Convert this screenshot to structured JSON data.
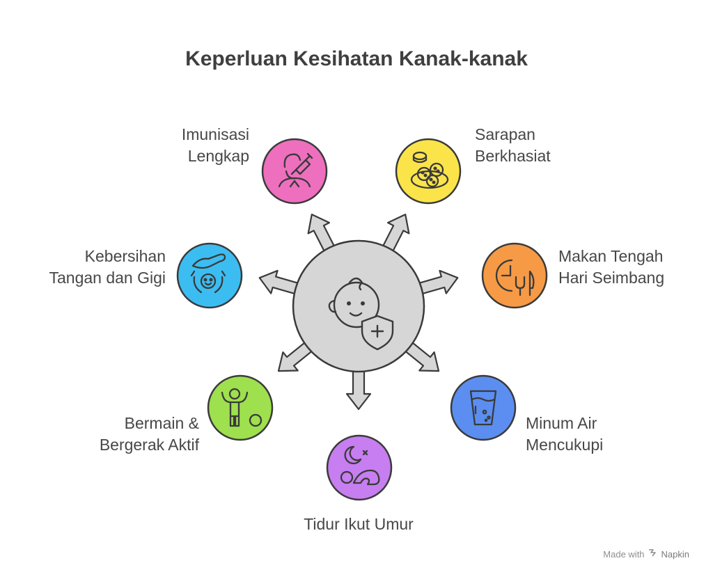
{
  "title": "Keperluan Kesihatan Kanak-kanak",
  "center": {
    "icon": "child-health-shield-icon",
    "fill": "#d6d6d6"
  },
  "items": [
    {
      "lines": [
        "Imunisasi",
        "Lengkap"
      ],
      "icon": "vaccine-syringe-icon",
      "color": "#ee6fbe"
    },
    {
      "lines": [
        "Sarapan",
        "Berkhasiat"
      ],
      "icon": "breakfast-plate-icon",
      "color": "#fbe44a"
    },
    {
      "lines": [
        "Makan Tengah",
        "Hari Seimbang"
      ],
      "icon": "clock-cutlery-icon",
      "color": "#f79a45"
    },
    {
      "lines": [
        "Minum Air",
        "Mencukupi"
      ],
      "icon": "water-glass-icon",
      "color": "#5b8ef0"
    },
    {
      "lines": [
        "Tidur Ikut Umur"
      ],
      "icon": "sleeping-child-icon",
      "color": "#c77ef0"
    },
    {
      "lines": [
        "Bermain &",
        "Bergerak Aktif"
      ],
      "icon": "playing-child-icon",
      "color": "#9ee04e"
    },
    {
      "lines": [
        "Kebersihan",
        "Tangan dan Gigi"
      ],
      "icon": "hand-washing-icon",
      "color": "#3cbdf2"
    }
  ],
  "watermark": {
    "prefix": "Made with",
    "brand": "Napkin"
  }
}
